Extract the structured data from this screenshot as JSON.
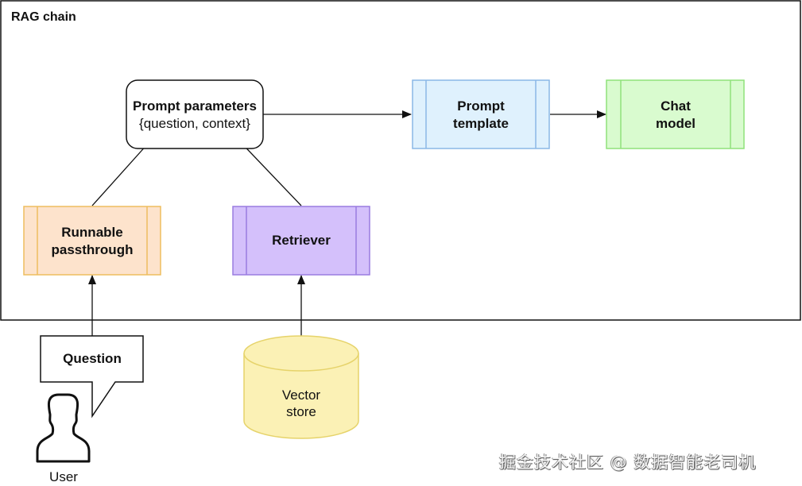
{
  "container": {
    "title": "RAG chain"
  },
  "nodes": {
    "prompt_parameters": {
      "line1": "Prompt parameters",
      "line2": "{question, context}"
    },
    "prompt_template": {
      "line1": "Prompt",
      "line2": "template",
      "fill": "#dff1fd",
      "stroke": "#8ab8e6"
    },
    "chat_model": {
      "line1": "Chat",
      "line2": "model",
      "fill": "#d9fbcf",
      "stroke": "#8fe27a"
    },
    "runnable_passthrough": {
      "line1": "Runnable",
      "line2": "passthrough",
      "fill": "#fde3cc",
      "stroke": "#eebd5e"
    },
    "retriever": {
      "line1": "Retriever",
      "fill": "#d4c0fb",
      "stroke": "#9a7ce0"
    },
    "question": {
      "label": "Question"
    },
    "vector_store": {
      "line1": "Vector",
      "line2": "store",
      "fill": "#fbf1b5",
      "stroke": "#e6d36a"
    },
    "user": {
      "label": "User"
    }
  },
  "edges": [
    {
      "from": "prompt_parameters",
      "to": "prompt_template"
    },
    {
      "from": "prompt_template",
      "to": "chat_model"
    },
    {
      "from": "runnable_passthrough",
      "to": "prompt_parameters"
    },
    {
      "from": "retriever",
      "to": "prompt_parameters"
    },
    {
      "from": "question",
      "to": "runnable_passthrough"
    },
    {
      "from": "vector_store",
      "to": "retriever"
    }
  ],
  "watermark": "掘金技术社区 @ 数据智能老司机"
}
